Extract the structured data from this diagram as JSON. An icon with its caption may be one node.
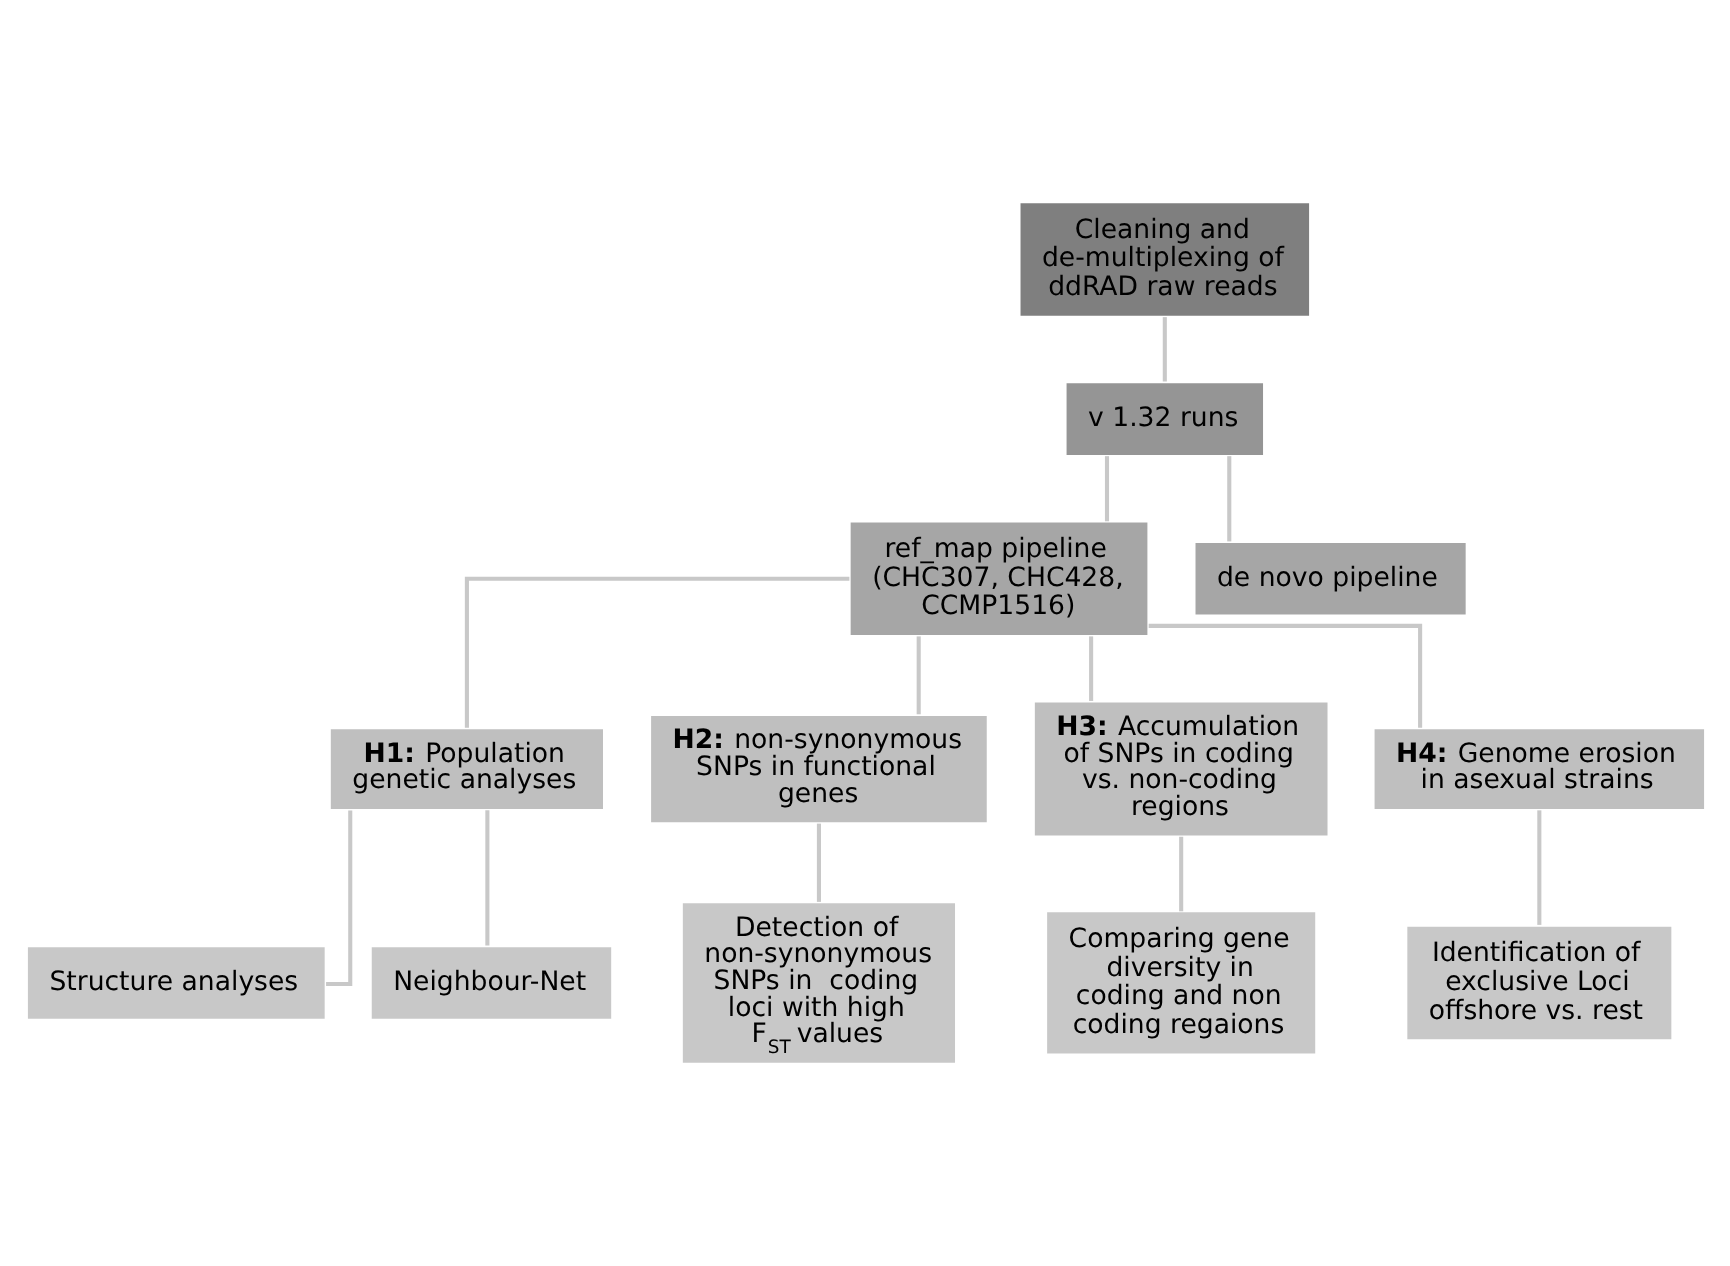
{
  "diagram": {
    "nodes": [
      {
        "text": [
          "Cleaning and de-multiplexing of ddRAD raw reads"
        ]
      },
      {
        "text": [
          "v 1.32 runs"
        ]
      },
      {
        "text": [
          "ref_map pipeline (CHC307, CHC428, CCMP1516)"
        ]
      },
      {
        "text": [
          "de novo pipeline"
        ]
      },
      {
        "text": [
          "**H1:** Population genetic analyses"
        ]
      },
      {
        "text": [
          "**H2:** non-synonymous SNPs in functional genes"
        ]
      },
      {
        "text": [
          "**H3:** Accumulation of SNPs in coding vs. non-coding regions"
        ]
      },
      {
        "text": [
          "**H4:** Genome erosion in asexual strains"
        ]
      },
      {
        "text": [
          "Structure analyses"
        ]
      },
      {
        "text": [
          "Neighbour-Net"
        ]
      },
      {
        "text": [
          "Detection of non-synonymous SNPs in  coding loci with high F$_{ST}$ values"
        ]
      },
      {
        "text": [
          "Comparing gene diversity in coding and non coding regaions"
        ]
      },
      {
        "text": [
          "Identification of exclusive Loci offshore vs. rest"
        ]
      }
    ],
    "edges": [
      {
        "from": 0,
        "to": 1,
        "arrow": "none"
      },
      {
        "from": 1,
        "to": 2,
        "arrow": "none"
      },
      {
        "from": 1,
        "to": 3,
        "arrow": "none"
      },
      {
        "from": 2,
        "to": 4,
        "arrow": "none"
      },
      {
        "from": 2,
        "to": 5,
        "arrow": "none"
      },
      {
        "from": 2,
        "to": 6,
        "arrow": "none"
      },
      {
        "from": 2,
        "to": 7,
        "arrow": "none"
      },
      {
        "from": 4,
        "to": 8,
        "arrow": "none"
      },
      {
        "from": 4,
        "to": 9,
        "arrow": "none"
      },
      {
        "from": 5,
        "to": 10,
        "arrow": "none"
      },
      {
        "from": 6,
        "to": 11,
        "arrow": "none"
      },
      {
        "from": 7,
        "to": 12,
        "arrow": "none"
      }
    ]
  }
}
